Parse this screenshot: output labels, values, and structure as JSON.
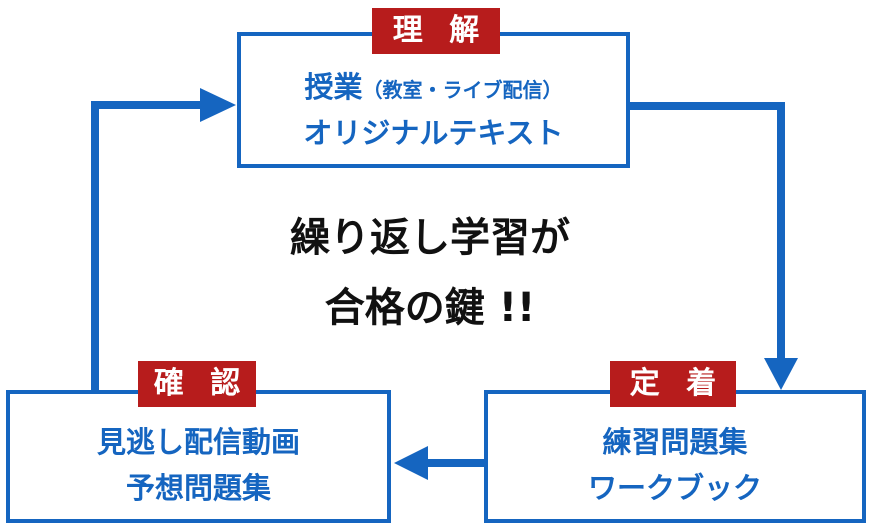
{
  "colors": {
    "frame": "#1565c0",
    "label_bg": "#b71c1c",
    "center_text": "#111111"
  },
  "top_stage": {
    "label": "理 解",
    "line1_main": "授業",
    "line1_small": "（教室・ライブ配信）",
    "line2": "オリジナルテキスト"
  },
  "right_stage": {
    "label": "定 着",
    "line1": "練習問題集",
    "line2": "ワークブック"
  },
  "left_stage": {
    "label": "確 認",
    "line1": "見逃し配信動画",
    "line2": "予想問題集"
  },
  "center": {
    "line1": "繰り返し学習が",
    "line2": "合格の鍵 !!"
  }
}
